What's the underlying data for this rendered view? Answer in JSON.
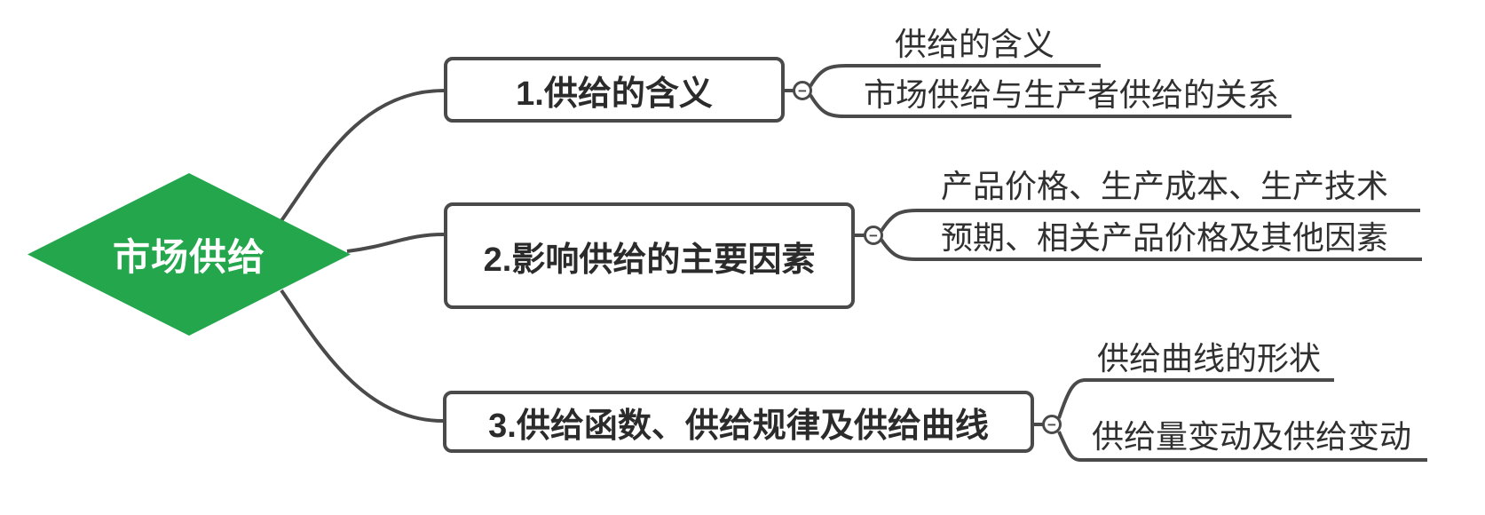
{
  "colors": {
    "line": "#4a4a4a",
    "root_fill": "#24a64d",
    "root_text": "#ffffff",
    "topic_text": "#2b2b2b",
    "leaf_text": "#303030",
    "background": "#ffffff"
  },
  "collapse_glyph": "−",
  "root": {
    "label": "市场供给"
  },
  "branches": [
    {
      "label": "1.供给的含义",
      "children": [
        "供给的含义",
        "市场供给与生产者供给的关系"
      ]
    },
    {
      "label": "2.影响供给的主要因素",
      "children": [
        "产品价格、生产成本、生产技术",
        "预期、相关产品价格及其他因素"
      ]
    },
    {
      "label": "3.供给函数、供给规律及供给曲线",
      "children": [
        "供给曲线的形状",
        "供给量变动及供给变动"
      ]
    }
  ]
}
